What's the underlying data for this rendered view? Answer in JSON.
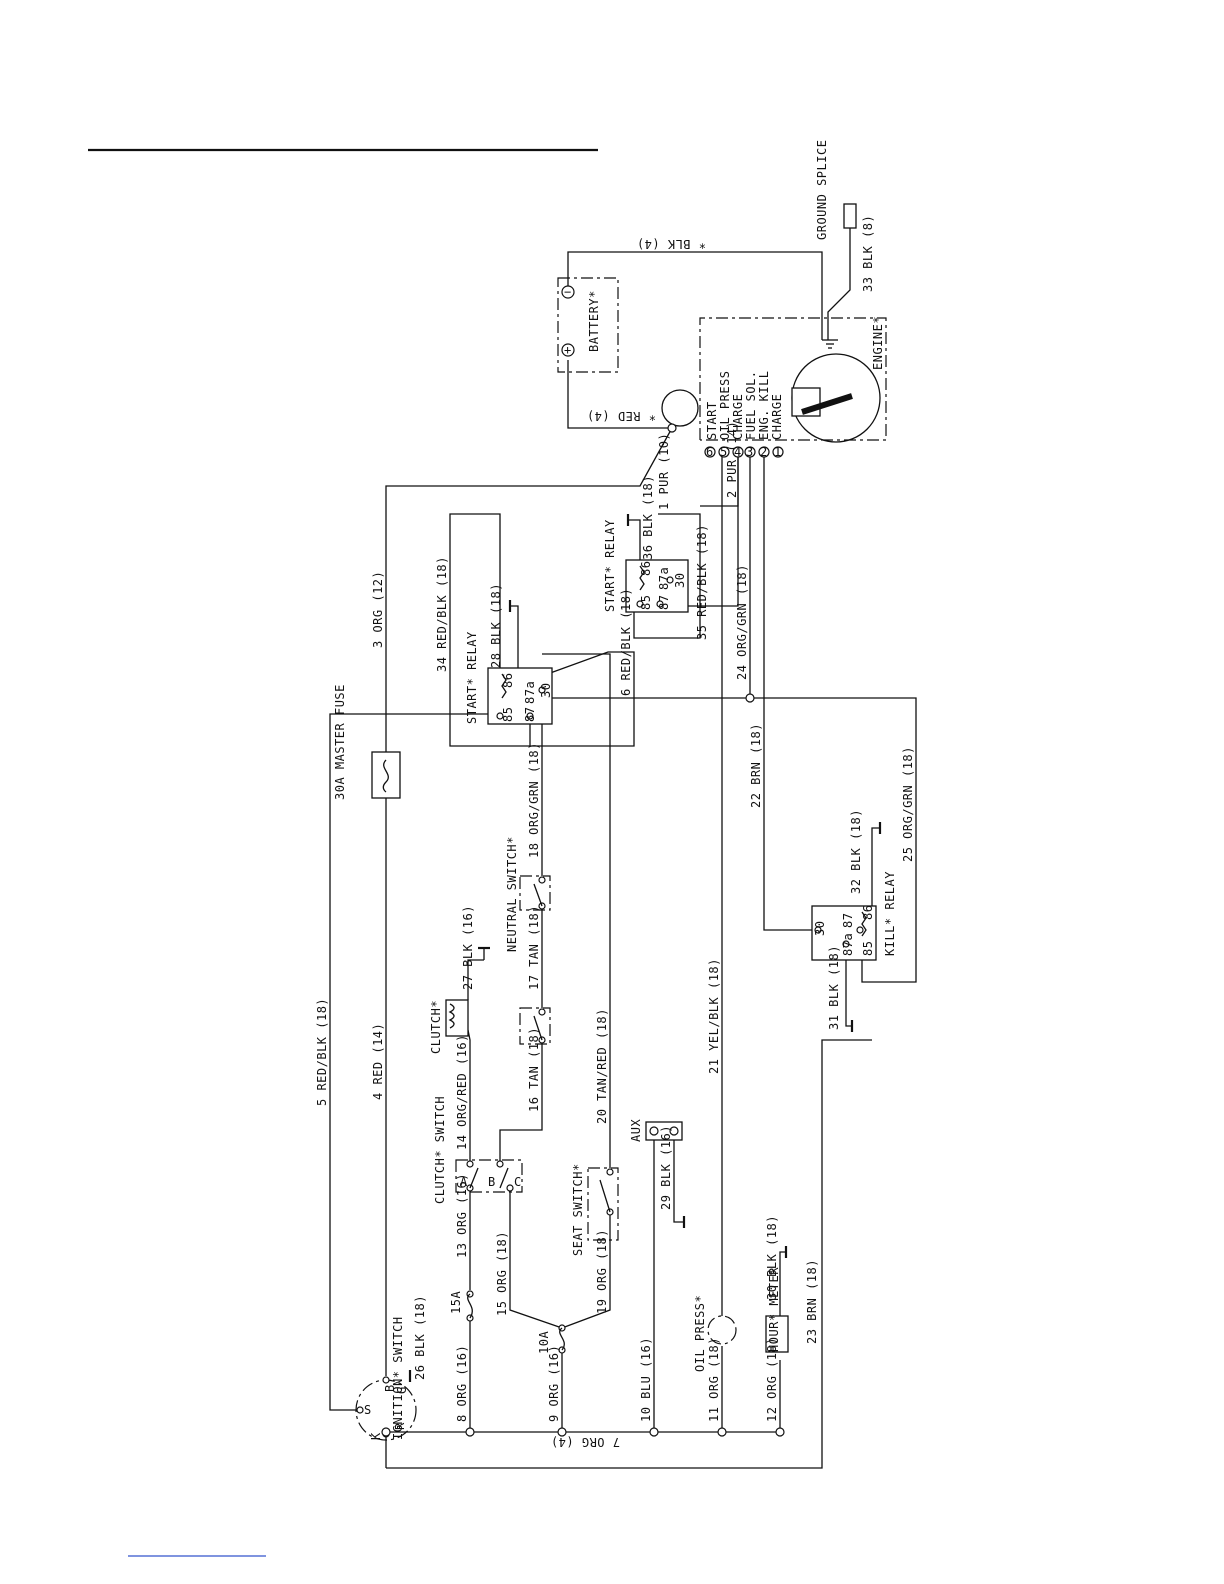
{
  "components": {
    "battery": "BATTERY*",
    "battery_pos": "+",
    "battery_neg": "−",
    "ground_splice": "GROUND SPLICE",
    "engine": "ENGINE*",
    "engine_terminals": [
      "START",
      "OIL PRESS",
      "CHARGE",
      "FUEL SOL.",
      "ENG. KILL",
      "CHARGE"
    ],
    "engine_terminal_numbers": [
      "6",
      "5",
      "4",
      "3",
      "2",
      "1"
    ],
    "start_relay_top": "START* RELAY",
    "start_relay_mid": "START* RELAY",
    "master_fuse": "30A MASTER FUSE",
    "clutch": "CLUTCH*",
    "clutch_switch": "CLUTCH* SWITCH",
    "clutch_switch_terms": [
      "A",
      "B",
      "C"
    ],
    "neutral_switch": "NEUTRAL SWITCH*",
    "seat_switch": "SEAT SWITCH*",
    "kill_relay": "KILL* RELAY",
    "ignition_switch": "IGNITION* SWITCH",
    "ignition_terms": [
      "S",
      "B",
      "G",
      "R",
      "K"
    ],
    "aux": "AUX",
    "oil_press": "OIL PRESS*",
    "hour_meter": "HOUR* METER",
    "fuse_15a": "15A",
    "fuse_10a": "10A",
    "relay_pins": [
      "85",
      "86",
      "87",
      "87a",
      "30"
    ]
  },
  "wires": [
    "* BLK (4)",
    "33 BLK (8)",
    "* RED (4)",
    "1 PUR (10)",
    "2 PUR (14)",
    "3 ORG (12)",
    "4 RED (14)",
    "5 RED/BLK (18)",
    "6 RED/BLK (18)",
    "7 ORG (4)",
    "8 ORG (16)",
    "9 ORG (16)",
    "10 BLU (16)",
    "11 ORG (18)",
    "12 ORG (18)",
    "13 ORG (16)",
    "14 ORG/RED (16)",
    "15 ORG (18)",
    "16 TAN (18)",
    "17 TAN (18)",
    "18 ORG/GRN (18)",
    "19 ORG (18)",
    "20 TAN/RED (18)",
    "21 YEL/BLK (18)",
    "22 BRN (18)",
    "23 BRN (18)",
    "24 ORG/GRN (18)",
    "25 ORG/GRN (18)",
    "26 BLK (18)",
    "27 BLK (16)",
    "28 BLK (18)",
    "29 BLK (16)",
    "30 BLK (18)",
    "31 BLK (18)",
    "32 BLK (18)",
    "34 RED/BLK (18)",
    "35 RED/BLK (18)",
    "36 BLK (18)"
  ]
}
